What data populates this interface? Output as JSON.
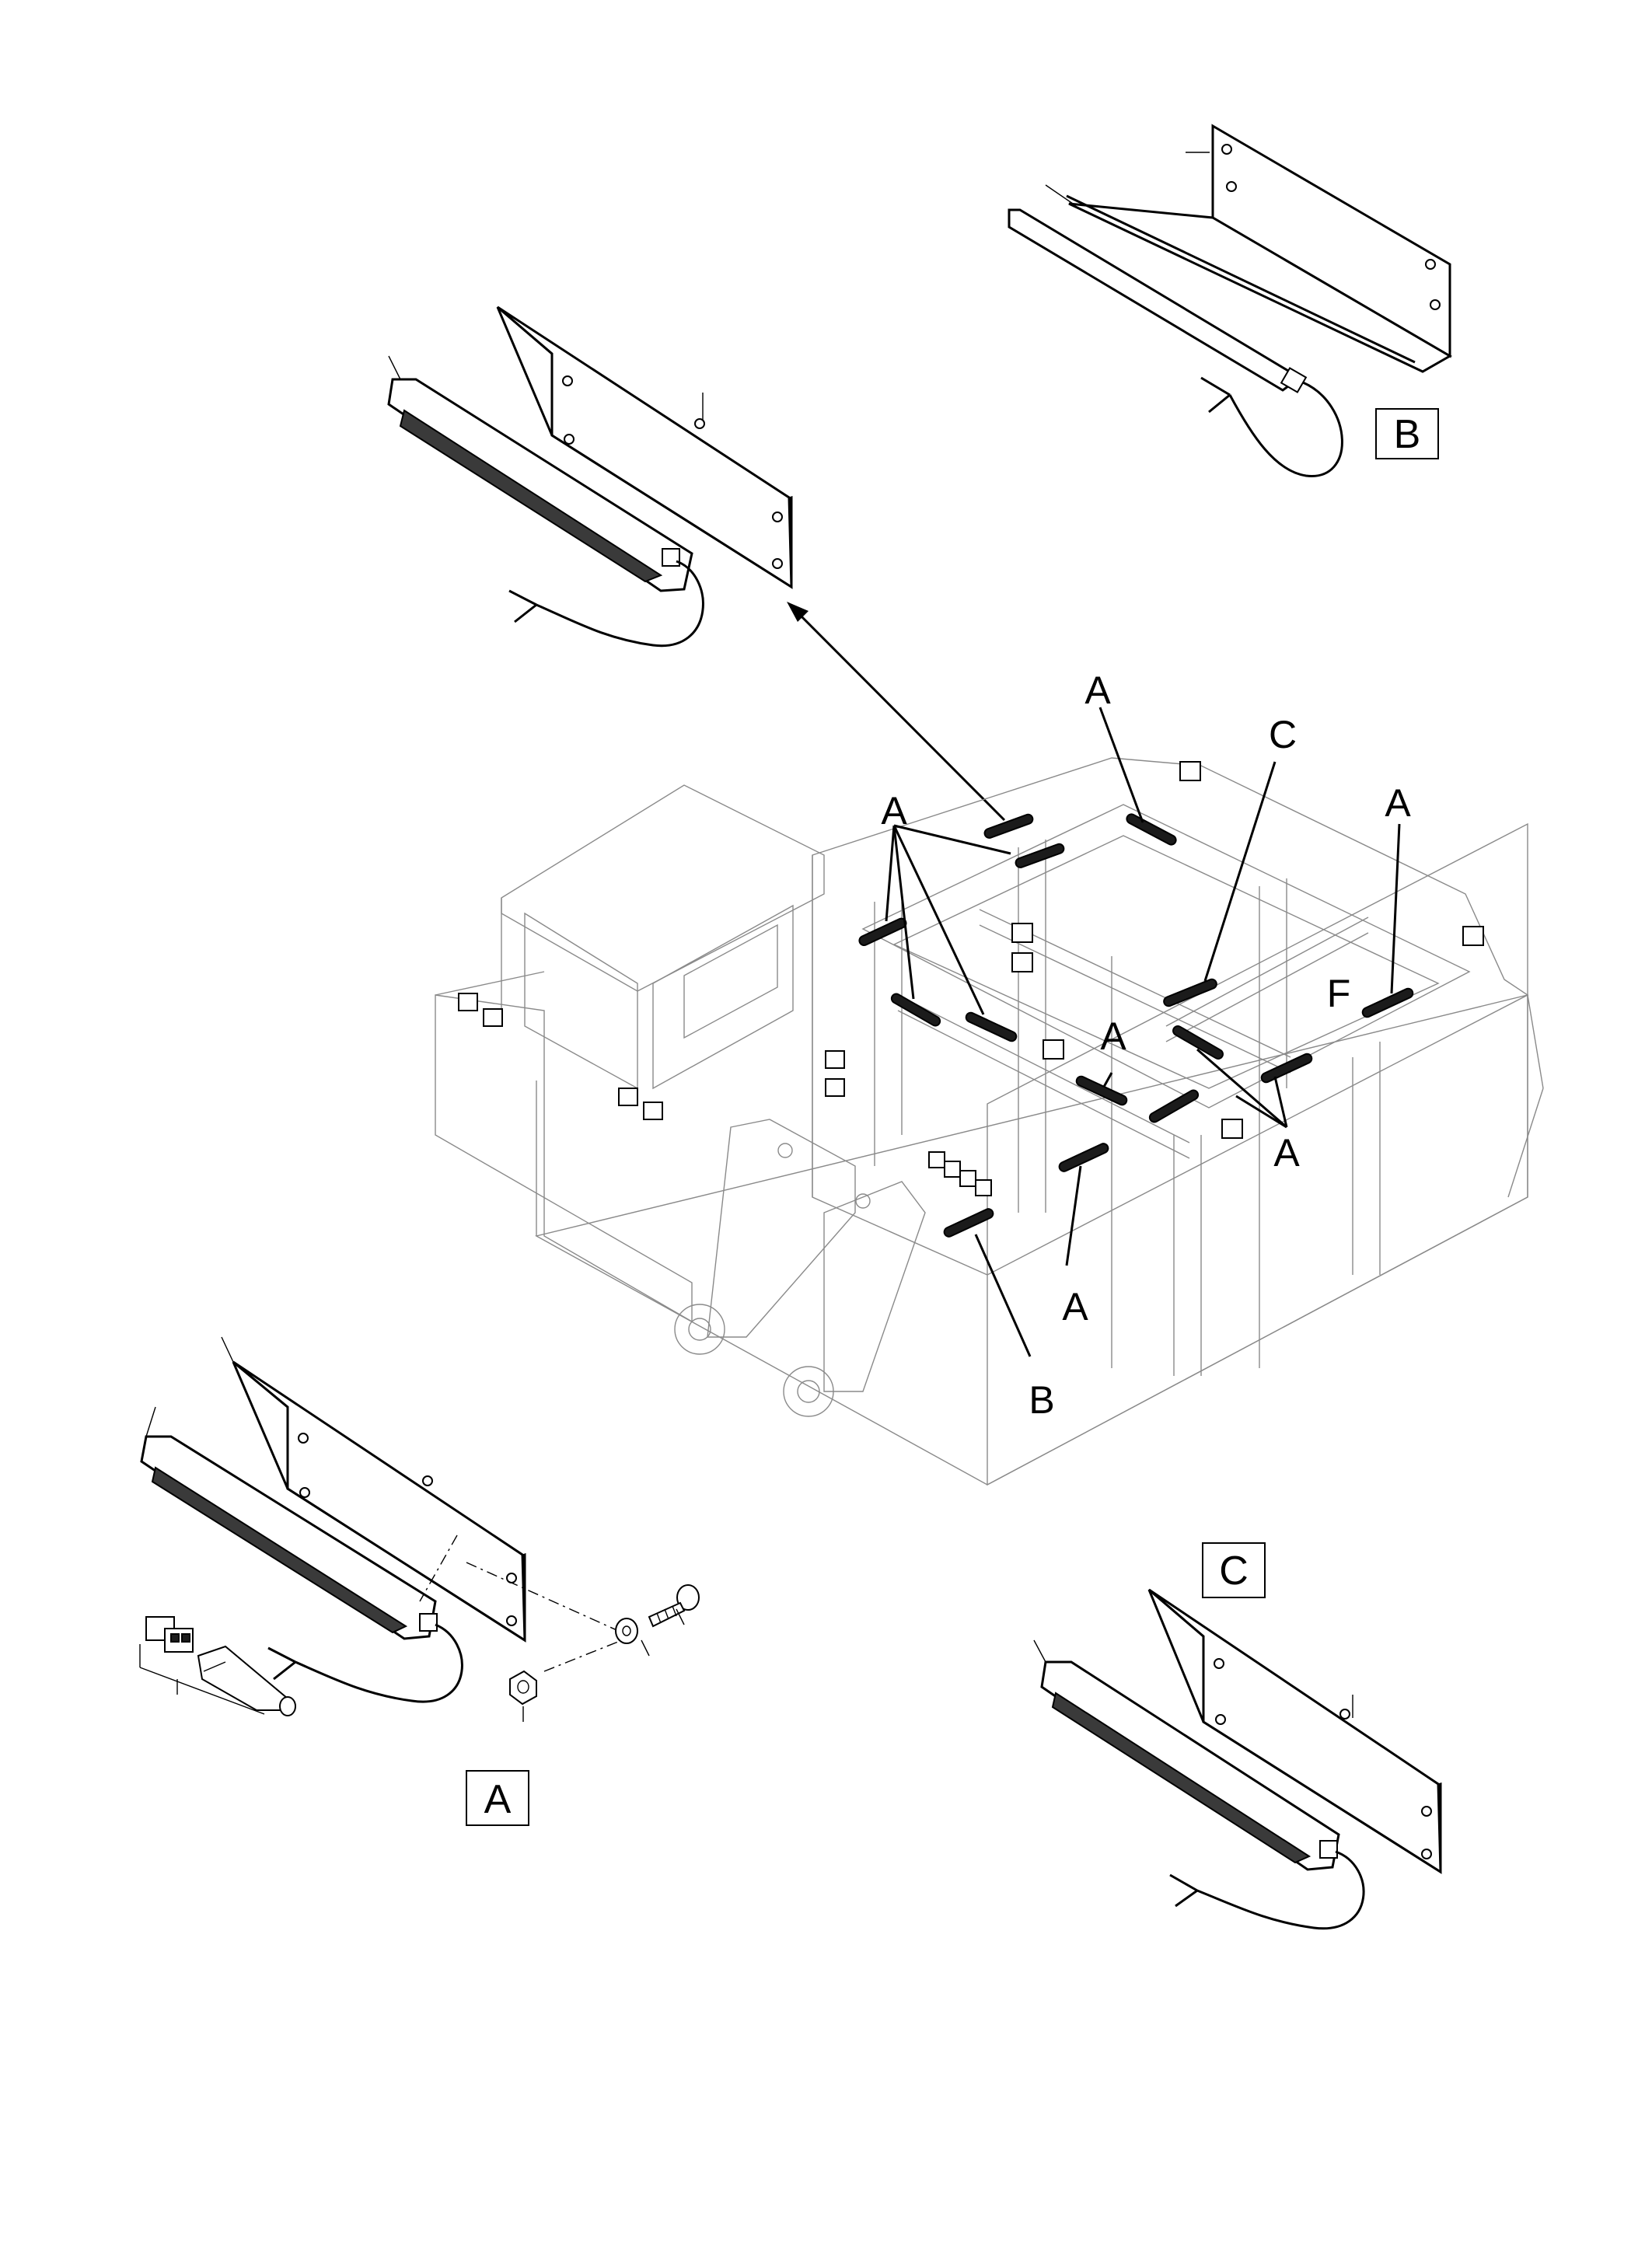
{
  "callouts": {
    "a1": "A",
    "a2": "A",
    "a3": "A",
    "a4": "A",
    "a5": "A",
    "a6": "A",
    "b": "B",
    "c": "C",
    "f": "F"
  },
  "detail_labels": {
    "a": "A",
    "b": "B",
    "c": "C"
  }
}
